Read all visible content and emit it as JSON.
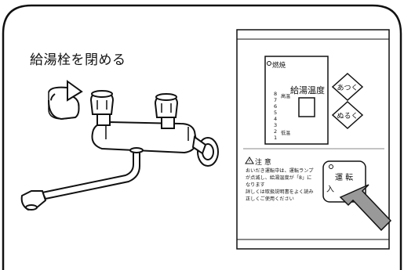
{
  "title": "給湯栓を閉める",
  "panel": {
    "lamp_label": "燃焼",
    "temp_title": "給湯温度",
    "scale_high": "高温",
    "scale_low": "低温",
    "scale_numbers": [
      "8",
      "7",
      "6",
      "5",
      "4",
      "3",
      "2",
      "1"
    ],
    "btn_hot": "あつく",
    "btn_warm": "ぬるく",
    "caution_title": "注 意",
    "caution_lines": [
      "おいだき運転中は、運転ランプ",
      "が点滅し、給湯温度が「8」に",
      "なります",
      "詳しくは取扱説明書をよく読み",
      "正しくご使用ください"
    ],
    "run_line1": "運 転",
    "run_line2": "入"
  }
}
